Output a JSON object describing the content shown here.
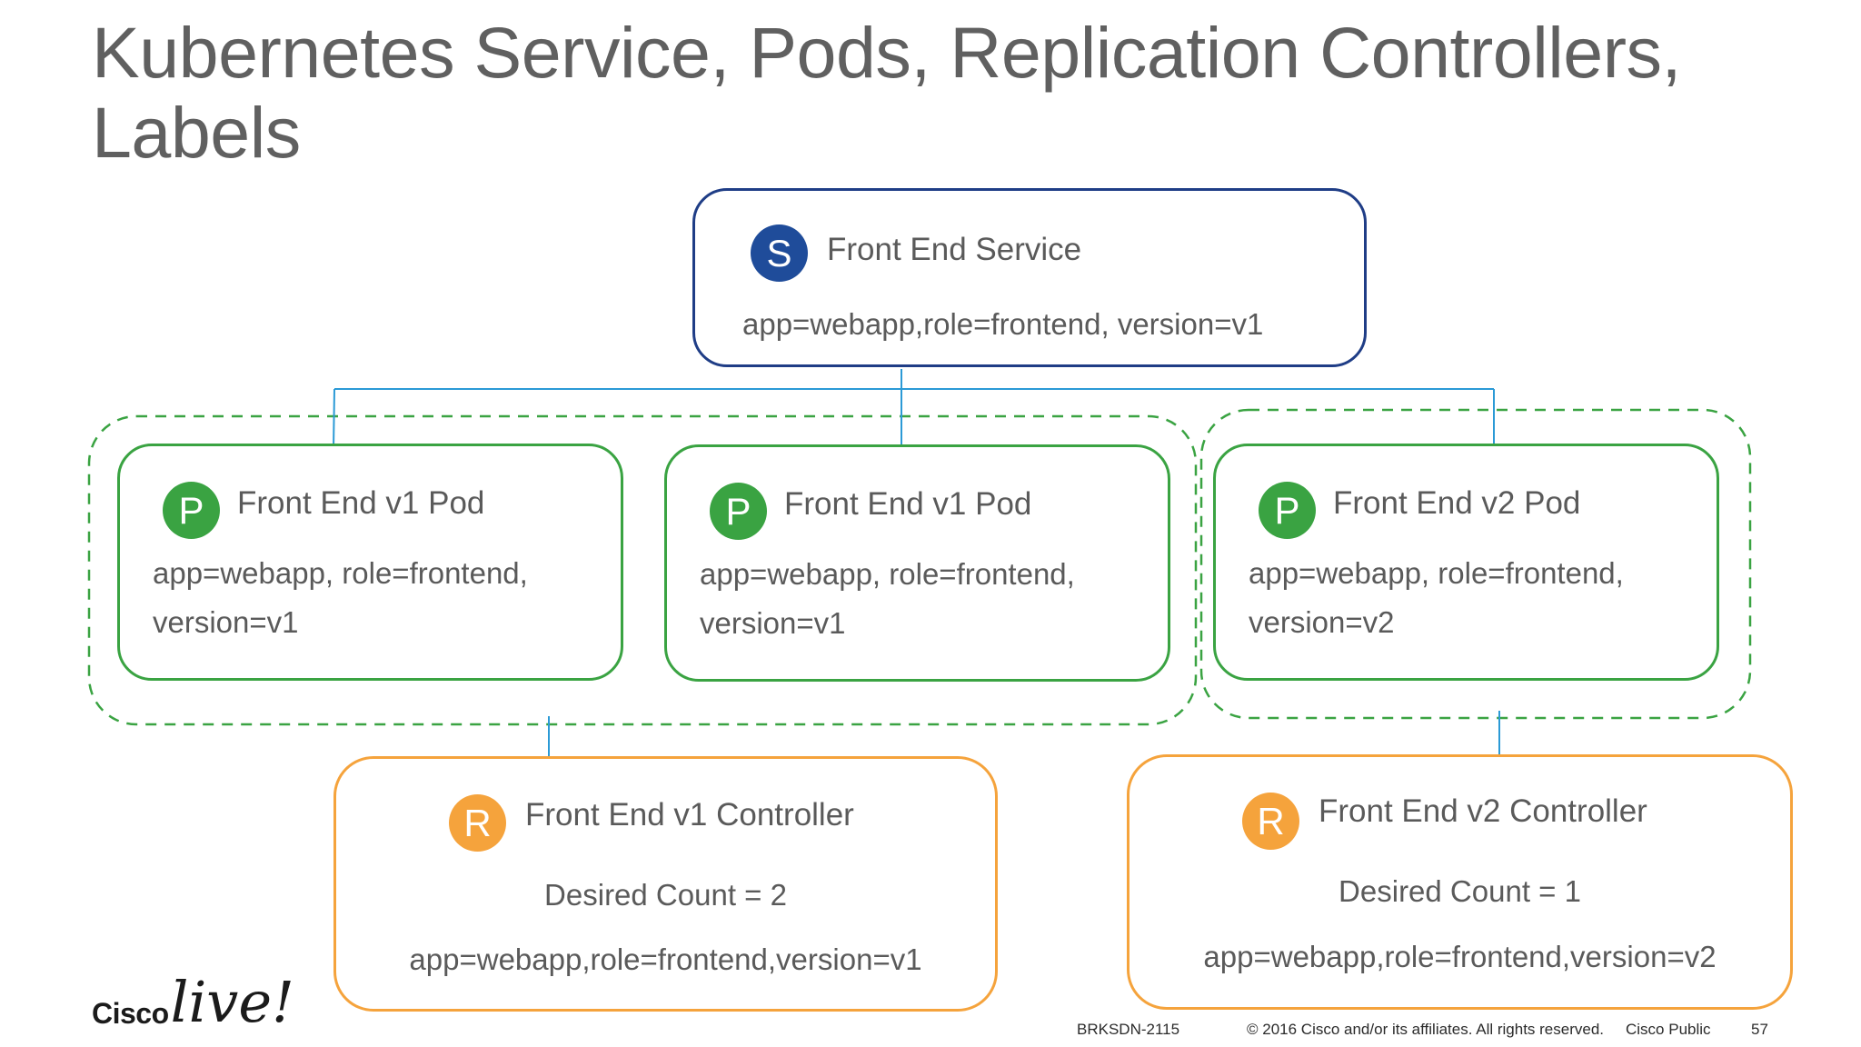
{
  "slide": {
    "title": "Kubernetes Service, Pods, Replication Controllers, Labels"
  },
  "service": {
    "badge": "S",
    "title": "Front End Service",
    "labels": "app=webapp,role=frontend, version=v1"
  },
  "pods": [
    {
      "badge": "P",
      "title": "Front End v1 Pod",
      "labels_line1": "app=webapp, role=frontend,",
      "labels_line2": "version=v1"
    },
    {
      "badge": "P",
      "title": "Front End v1 Pod",
      "labels_line1": "app=webapp, role=frontend,",
      "labels_line2": "version=v1"
    },
    {
      "badge": "P",
      "title": "Front End v2 Pod",
      "labels_line1": "app=webapp, role=frontend,",
      "labels_line2": "version=v2"
    }
  ],
  "controllers": [
    {
      "badge": "R",
      "title": "Front End v1 Controller",
      "desired": "Desired Count = 2",
      "labels": "app=webapp,role=frontend,version=v1"
    },
    {
      "badge": "R",
      "title": "Front End v2 Controller",
      "desired": "Desired Count = 1",
      "labels": "app=webapp,role=frontend,version=v2"
    }
  ],
  "footer": {
    "logo_cisco": "Cisco",
    "logo_live": "live!",
    "session": "BRKSDN-2115",
    "copyright": "© 2016  Cisco and/or its affiliates. All rights reserved.",
    "classification": "Cisco Public",
    "page": "57"
  },
  "colors": {
    "service": "#1f3d86",
    "pod": "#3aa342",
    "controller": "#f5a33c",
    "connector": "#2b9ad6"
  }
}
